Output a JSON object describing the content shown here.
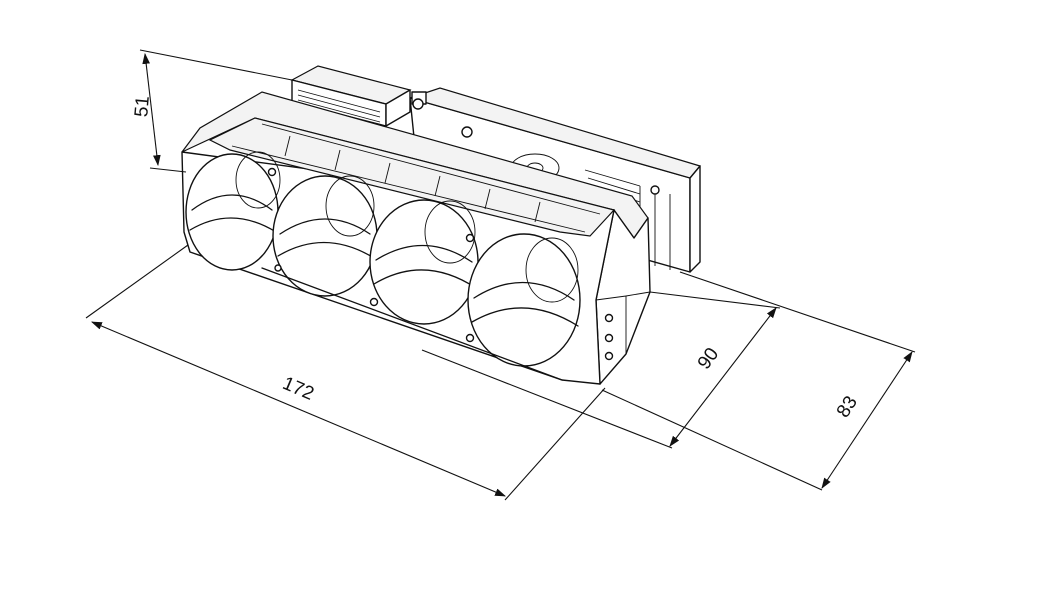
{
  "dimensions": {
    "height": "51",
    "length": "172",
    "depth_inner": "90",
    "depth_outer": "83"
  }
}
